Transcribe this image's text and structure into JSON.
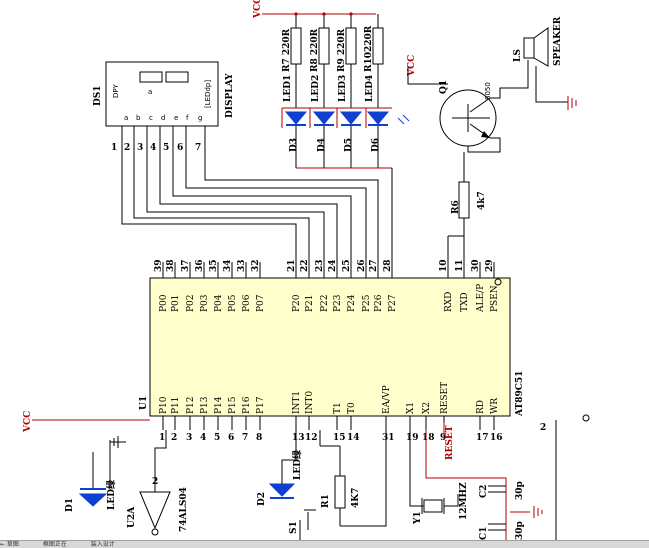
{
  "labels": {
    "vcc": "VCC",
    "gnd_rail": "VCC",
    "display_ref": "DS1",
    "display_name": "DISPLAY",
    "dpy": "DPY",
    "led_dp": "[LEDdp]",
    "seg_a": "a",
    "seg_b": "b",
    "seg_c": "c",
    "seg_d": "d",
    "seg_e": "e",
    "seg_f": "f",
    "seg_g": "g",
    "r7": "R7 220R",
    "r8": "R8 220R",
    "r9": "R9 220R",
    "r10": "R10220R",
    "led1": "LED1",
    "led2": "LED2",
    "led3": "LED3",
    "led4": "LED4",
    "d3": "D3",
    "d4": "D4",
    "d5": "D5",
    "d6": "D6",
    "q1": "Q1",
    "q1_type": "8050",
    "ls": "LS",
    "speaker": "SPEAKER",
    "r6": "R6",
    "r6_val": "4k7",
    "u1": "U1",
    "chip": "AT89C51",
    "reset_net": "RESET",
    "y1": "Y1",
    "xtal": "12MHZ",
    "c1": "C1",
    "c2": "C2",
    "c_val": "30p",
    "d1": "D1",
    "d1_led": "LED绿",
    "d2": "D2",
    "d2_led": "LED绿",
    "u2a": "U2A",
    "u2_type": "74ALS04",
    "s1": "S1",
    "r1": "R1",
    "r1_val": "4K7",
    "pin_a1": "1",
    "pin_a2": "2"
  },
  "display_pins": [
    "1",
    "2",
    "3",
    "4",
    "5",
    "6",
    "7"
  ],
  "top_pins": {
    "numbers": [
      "39",
      "38",
      "37",
      "36",
      "35",
      "34",
      "33",
      "32",
      "21",
      "22",
      "23",
      "24",
      "25",
      "26",
      "27",
      "28",
      "10",
      "11",
      "30",
      "29"
    ],
    "names": [
      "P00",
      "P01",
      "P02",
      "P03",
      "P04",
      "P05",
      "P06",
      "P07",
      "P20",
      "P21",
      "P22",
      "P23",
      "P24",
      "P25",
      "P26",
      "P27",
      "RXD",
      "TXD",
      "ALE/P",
      "PSEN"
    ]
  },
  "bottom_pins": {
    "numbers": [
      "1",
      "2",
      "3",
      "4",
      "5",
      "6",
      "7",
      "8",
      "13",
      "12",
      "15",
      "14",
      "31",
      "19",
      "18",
      "9",
      "17",
      "16"
    ],
    "names": [
      "P10",
      "P11",
      "P12",
      "P13",
      "P14",
      "P15",
      "P16",
      "P17",
      "INT1",
      "INT0",
      "T1",
      "T0",
      "EA/VP",
      "X1",
      "X2",
      "RESET",
      "RD",
      "WR"
    ]
  },
  "statusbar": {
    "items": [
      "← 草图",
      "框图正在",
      "装入设计"
    ]
  }
}
